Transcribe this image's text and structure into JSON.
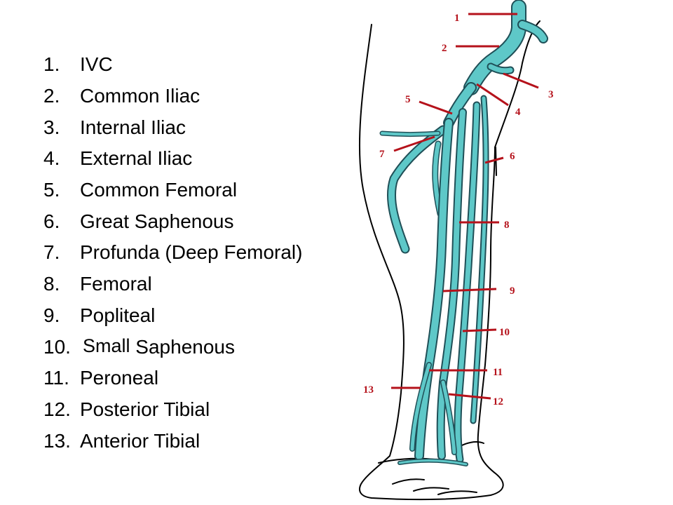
{
  "legend": [
    {
      "number": "1.",
      "label": "IVC"
    },
    {
      "number": "2.",
      "label": "Common Iliac"
    },
    {
      "number": "3.",
      "label": "Internal Iliac"
    },
    {
      "number": "4.",
      "label": "External Iliac"
    },
    {
      "number": "5.",
      "label": "Common Femoral"
    },
    {
      "number": "6.",
      "label": "Great Saphenous"
    },
    {
      "number": "7.",
      "label": "Profunda (Deep Femoral)"
    },
    {
      "number": "8.",
      "label": "Femoral"
    },
    {
      "number": "9.",
      "label": "Popliteal"
    },
    {
      "number": "10.",
      "label_word1": "Small",
      "label_rest": " Saphenous"
    },
    {
      "number": "11.",
      "label": "Peroneal"
    },
    {
      "number": "12.",
      "label": "Posterior Tibial"
    },
    {
      "number": "13.",
      "label": "Anterior Tibial"
    }
  ],
  "callouts": [
    "1",
    "2",
    "3",
    "4",
    "5",
    "6",
    "7",
    "8",
    "9",
    "10",
    "11",
    "12",
    "13"
  ],
  "colors": {
    "vein_fill": "#5ec8c8",
    "vein_edge": "#1f4f57",
    "callout": "#b5121b",
    "outline": "#000000"
  }
}
